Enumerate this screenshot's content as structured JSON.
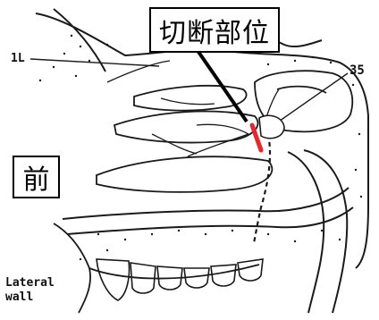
{
  "labels": {
    "cut_site": "切断部位",
    "front": "前",
    "structure_1l": "1L",
    "structure_35": "35",
    "lateral_wall": "Lateral wall"
  },
  "colors": {
    "cut_marker": "#e8262c",
    "ink": "#1a1a1a",
    "background": "#ffffff"
  }
}
